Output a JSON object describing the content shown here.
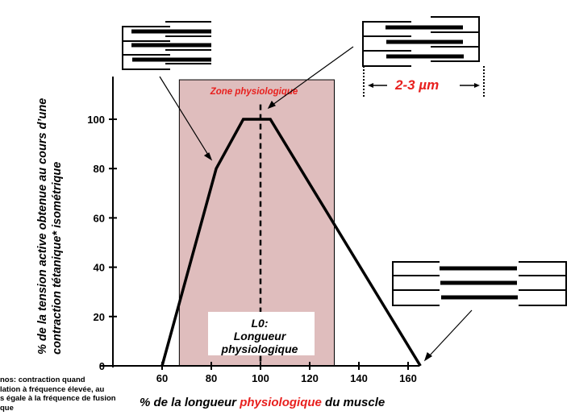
{
  "chart_data": {
    "type": "line",
    "title": "",
    "xlabel_parts": [
      "% de la longueur ",
      "physiologique",
      " du muscle"
    ],
    "ylabel_lines": [
      "% de la tension active  obtenue au cours d’une",
      "contraction tétanique* isométrique"
    ],
    "x_ticks": [
      60,
      80,
      100,
      120,
      140,
      160
    ],
    "y_ticks": [
      0,
      20,
      40,
      60,
      80,
      100
    ],
    "xlim": [
      40,
      168
    ],
    "ylim": [
      0,
      116
    ],
    "series": [
      {
        "name": "tension",
        "x": [
          60,
          82,
          93,
          104,
          165
        ],
        "y": [
          0,
          80,
          100,
          100,
          0
        ]
      }
    ],
    "zone": {
      "label": "Zone physiologique",
      "x_range": [
        67,
        130
      ],
      "color": "#dfbdbd"
    },
    "reference_line": {
      "x": 100,
      "style": "dashed"
    },
    "annotation_box": {
      "lines": [
        "L0:",
        "Longueur",
        "physiologique"
      ]
    },
    "scale_label": "2-3  µm",
    "footnote_lines": [
      "nos: contraction quand",
      "lation à fréquence élevée, au",
      "s égale à la fréquence de fusion",
      "que"
    ],
    "colors": {
      "accent_red": "#e8201e",
      "line": "#000000"
    }
  }
}
